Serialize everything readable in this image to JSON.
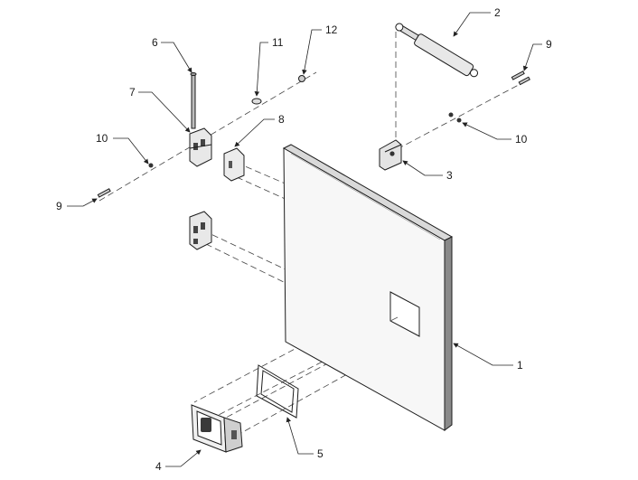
{
  "callouts": [
    {
      "id": "c1",
      "text": "1"
    },
    {
      "id": "c2",
      "text": "2"
    },
    {
      "id": "c3",
      "text": "3"
    },
    {
      "id": "c4",
      "text": "4"
    },
    {
      "id": "c5",
      "text": "5"
    },
    {
      "id": "c6",
      "text": "6"
    },
    {
      "id": "c7",
      "text": "7"
    },
    {
      "id": "c8",
      "text": "8"
    },
    {
      "id": "c9a",
      "text": "9"
    },
    {
      "id": "c9b",
      "text": "9"
    },
    {
      "id": "c10a",
      "text": "10"
    },
    {
      "id": "c10b",
      "text": "10"
    },
    {
      "id": "c11",
      "text": "11"
    },
    {
      "id": "c12",
      "text": "12"
    }
  ],
  "colors": {
    "line": "#1c1c1c",
    "panel_face": "#f7f7f7",
    "panel_edge": "#3a3a3a",
    "background": "#ffffff"
  }
}
